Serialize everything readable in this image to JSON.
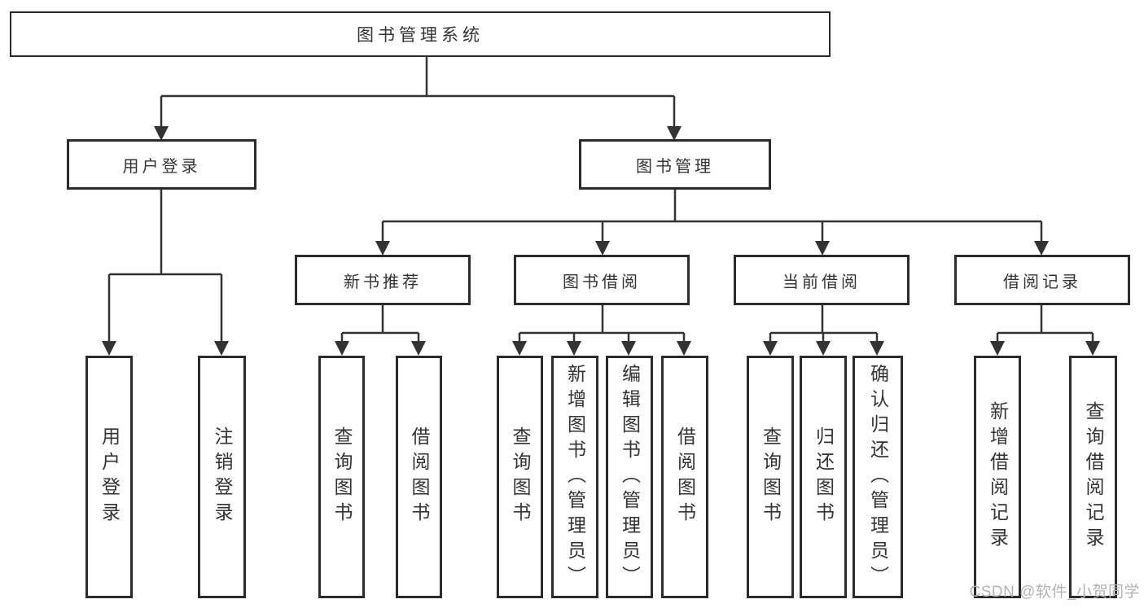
{
  "diagram": {
    "root": {
      "label": "图书管理系统"
    },
    "branches": [
      {
        "label": "用户登录",
        "children": [
          {
            "label": "用户登录"
          },
          {
            "label": "注销登录"
          }
        ]
      },
      {
        "label": "图书管理",
        "children": [
          {
            "label": "新书推荐",
            "children": [
              {
                "label": "查询图书"
              },
              {
                "label": "借阅图书"
              }
            ]
          },
          {
            "label": "图书借阅",
            "children": [
              {
                "label": "查询图书"
              },
              {
                "label": "新增图书（管理员）"
              },
              {
                "label": "编辑图书（管理员）"
              },
              {
                "label": "借阅图书"
              }
            ]
          },
          {
            "label": "当前借阅",
            "children": [
              {
                "label": "查询图书"
              },
              {
                "label": "归还图书"
              },
              {
                "label": "确认归还（管理员）"
              }
            ]
          },
          {
            "label": "借阅记录",
            "children": [
              {
                "label": "新增借阅记录"
              },
              {
                "label": "查询借阅记录"
              }
            ]
          }
        ]
      }
    ]
  },
  "watermark": {
    "text": "CSDN @软件_小贺同学"
  },
  "colors": {
    "line": "#333333",
    "box_border": "#2b2b2b",
    "text": "#333333",
    "watermark": "#b3b3b3",
    "background": "#ffffff"
  }
}
